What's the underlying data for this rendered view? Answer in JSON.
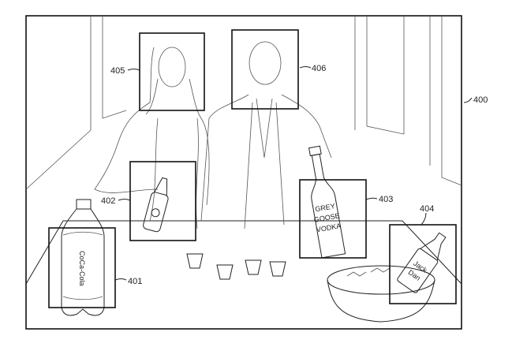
{
  "figure": {
    "ref_scene": "400",
    "ref_face_woman": "405",
    "ref_face_man": "406",
    "ref_bottle_woman": "402",
    "ref_bottle_man": "403",
    "ref_bottle_bucket": "404",
    "ref_bottle_table": "401",
    "label_cola": "CoCa-Cola",
    "label_vodka_1": "GREY",
    "label_vodka_2": "GOOSE",
    "label_vodka_3": "VODKA",
    "label_jack_1": "Jack",
    "label_jack_2": "Dan"
  }
}
